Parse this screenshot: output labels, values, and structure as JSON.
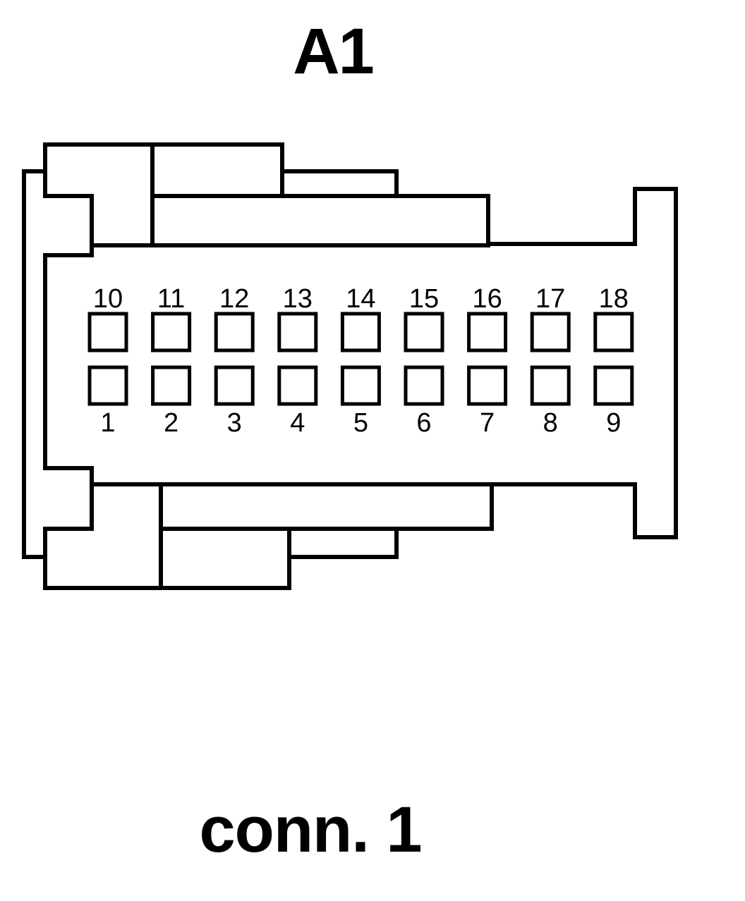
{
  "diagram": {
    "title": "A1",
    "caption": "conn. 1",
    "top_row": [
      "10",
      "11",
      "12",
      "13",
      "14",
      "15",
      "16",
      "17",
      "18"
    ],
    "bottom_row": [
      "1",
      "2",
      "3",
      "4",
      "5",
      "6",
      "7",
      "8",
      "9"
    ]
  }
}
